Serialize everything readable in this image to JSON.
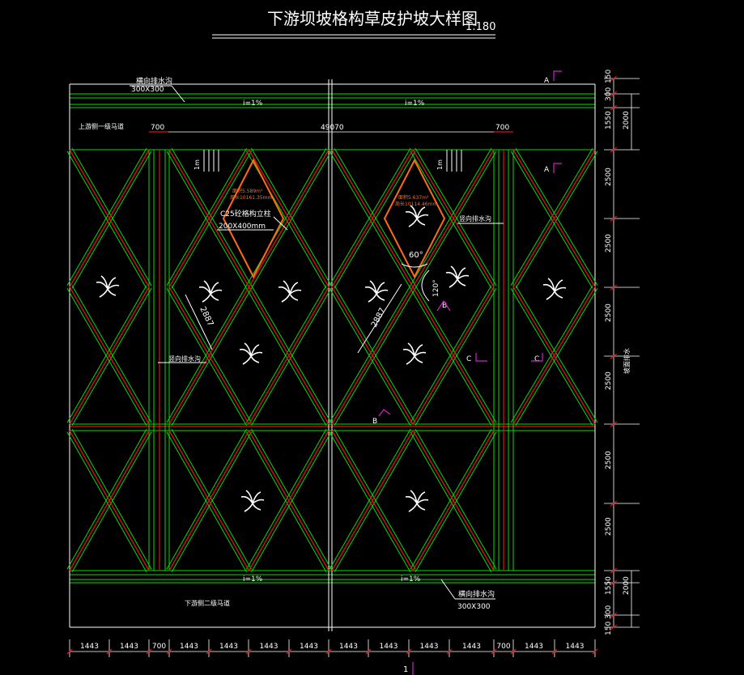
{
  "title": "下游坝坡格构草皮护坡大样图",
  "scale": "1:180",
  "drain_top": {
    "label": "横向排水沟",
    "size": "300X300",
    "slope_left": "i=1%",
    "slope_right": "i=1%"
  },
  "drain_bottom": {
    "label": "横向排水沟",
    "size": "300X300",
    "slope_left": "i=1%",
    "slope_right": "i=1%"
  },
  "berm_top_label": "上游侧一级马道",
  "berm_bottom_label": "下游侧二级马道",
  "top_dims": {
    "left": "700",
    "middle": "49070",
    "right": "700"
  },
  "frame_label": "C25砼格构立柱",
  "frame_size": "200X400mm",
  "frame_label_color": "#ff6a1a",
  "left_area_note": {
    "line1": "面积5.589m²",
    "line2": "周长10161.35mm"
  },
  "right_area_note": {
    "line1": "面积5.637m²",
    "line2": "周长10114.46mm"
  },
  "vertical_drain_labels": [
    "竖向排水沟",
    "竖向排水沟"
  ],
  "angle_60": "60°",
  "angle_120": "120°",
  "diag_dim": "2887",
  "diag_dim_2": "2887",
  "grass_mark": "1m",
  "right_side_label": "坡面排水",
  "section_a": "A",
  "section_b": "B",
  "section_c": "C",
  "right_dims": [
    "150",
    "300",
    "1550",
    "2000",
    "2500",
    "2500",
    "2500",
    "2500",
    "2500",
    "2500",
    "1550",
    "2000",
    "300",
    "150"
  ],
  "bottom_dims": [
    "1443",
    "1443",
    "700",
    "1443",
    "1443",
    "1443",
    "1443",
    "1443",
    "1443",
    "1443",
    "1443",
    "700",
    "1443",
    "1443"
  ],
  "bottom_mark": "1",
  "colors": {
    "frame_green": "#00e000",
    "frame_red": "#e01010",
    "highlight": "#ff6a1a",
    "marker": "#d020d0"
  }
}
